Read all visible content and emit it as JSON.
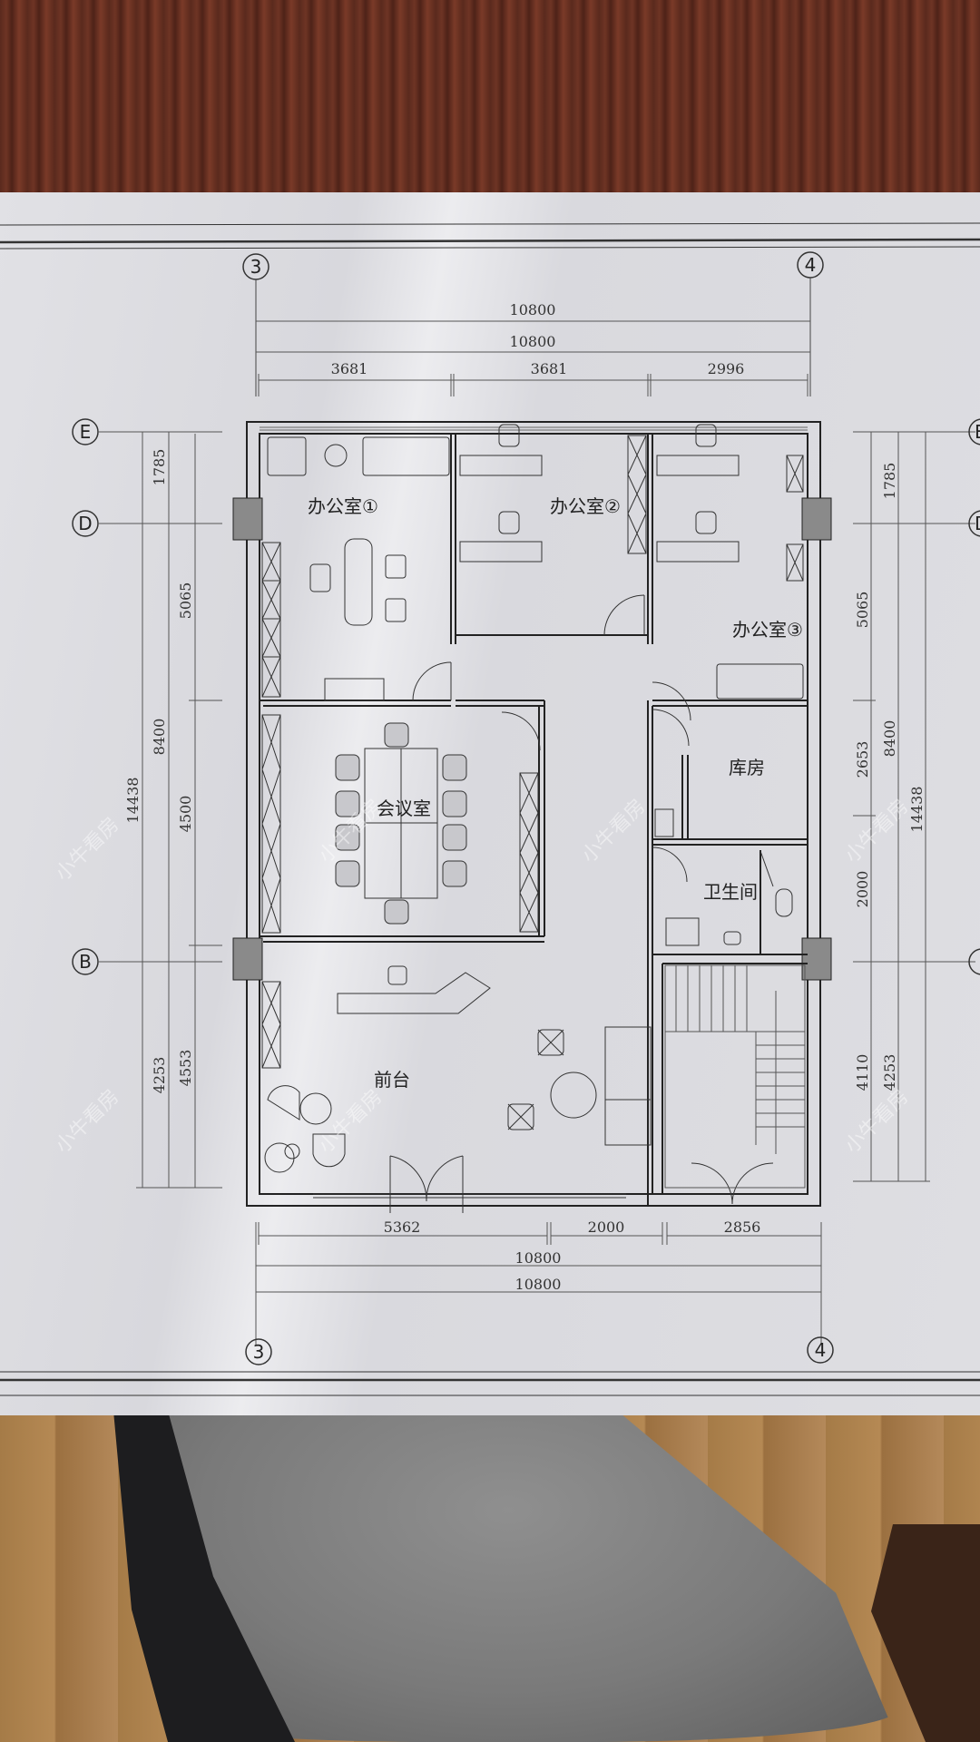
{
  "drawing": {
    "type": "office floor plan",
    "grid_axes": {
      "columns": [
        "3",
        "4"
      ],
      "rows": [
        "E",
        "D",
        "B"
      ]
    },
    "rooms": [
      {
        "id": "office1",
        "label": "办公室①"
      },
      {
        "id": "office2",
        "label": "办公室②"
      },
      {
        "id": "office3",
        "label": "办公室③"
      },
      {
        "id": "meeting",
        "label": "会议室"
      },
      {
        "id": "storage",
        "label": "库房"
      },
      {
        "id": "restroom",
        "label": "卫生间"
      },
      {
        "id": "reception",
        "label": "前台"
      }
    ],
    "dimensions": {
      "top": {
        "overall_1": "10800",
        "overall_2": "10800",
        "segments": [
          "3681",
          "3681",
          "2996"
        ]
      },
      "bottom": {
        "segments": [
          "5362",
          "2000",
          "2856"
        ],
        "overall_1": "10800",
        "overall_2": "10800"
      },
      "left": {
        "overall": "14438",
        "mid": [
          "8400",
          "4253"
        ],
        "segments": [
          "1785",
          "5065",
          "4500",
          "4553"
        ]
      },
      "right": {
        "segments": [
          "1785",
          "5065",
          "2653",
          "2000",
          "4110"
        ],
        "mid": [
          "8400",
          "4253"
        ],
        "overall": "14438"
      }
    },
    "watermark": "小牛看房"
  }
}
